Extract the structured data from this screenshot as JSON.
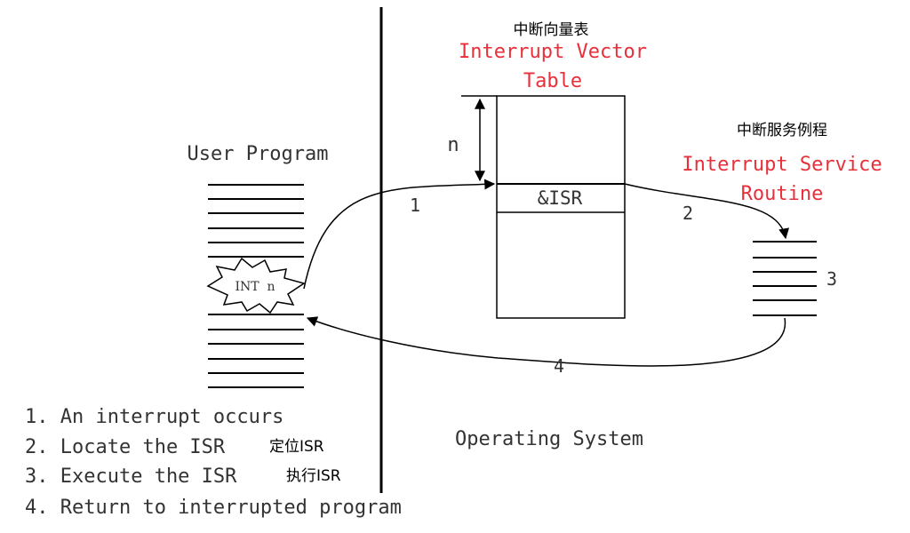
{
  "ivt": {
    "title_cn": "中断向量表",
    "title_en_line1": "Interrupt Vector",
    "title_en_line2": "Table",
    "offset_label": "n",
    "entry_label": "&ISR"
  },
  "isr": {
    "title_cn": "中断服务例程",
    "title_en_line1": "Interrupt Service",
    "title_en_line2": "Routine"
  },
  "user_program": {
    "title": "User Program",
    "int_label": "INT  n"
  },
  "os_label": "Operating System",
  "flow_labels": {
    "step1": "1",
    "step2": "2",
    "step3": "3",
    "step4": "4"
  },
  "steps": [
    {
      "text": "1. An interrupt occurs",
      "note": ""
    },
    {
      "text": "2. Locate the ISR",
      "note": "定位ISR"
    },
    {
      "text": "3. Execute the ISR",
      "note": "执行ISR"
    },
    {
      "text": "4. Return to interrupted program",
      "note": ""
    }
  ],
  "colors": {
    "accent_red": "#e8303a",
    "line": "#000000",
    "text_gray": "#333333"
  }
}
